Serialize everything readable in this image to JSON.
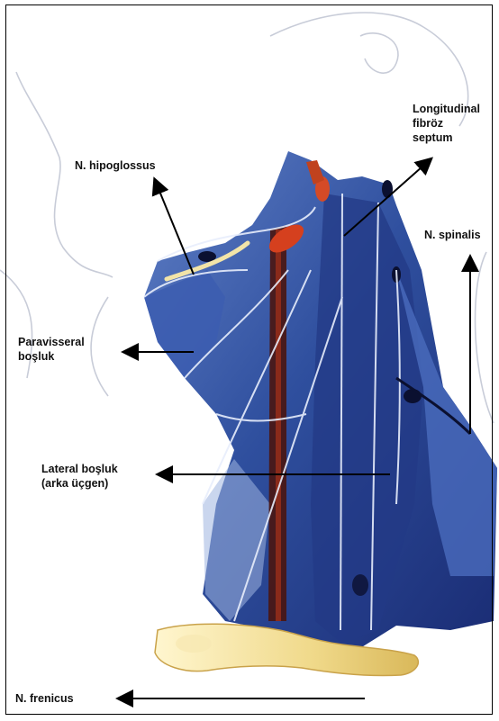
{
  "labels": {
    "hypoglossus": "N. hipoglossus",
    "septum": "Longitudinal\nfibröz\nseptum",
    "spinalis": "N. spinalis",
    "paravisseral": "Paravisseral\nboşluk",
    "lateral": "Lateral boşluk\n(arka üçgen)",
    "frenicus": "N. frenicus"
  },
  "colors": {
    "fascia_blue": "#2f4f9e",
    "fascia_dark": "#1c2f78",
    "fascia_light": "#6f8fcf",
    "muscle_red": "#d4401e",
    "muscle_dark": "#5a1410",
    "bone_cream": "#f3e3a6",
    "sketch_line": "#c6cad6"
  }
}
